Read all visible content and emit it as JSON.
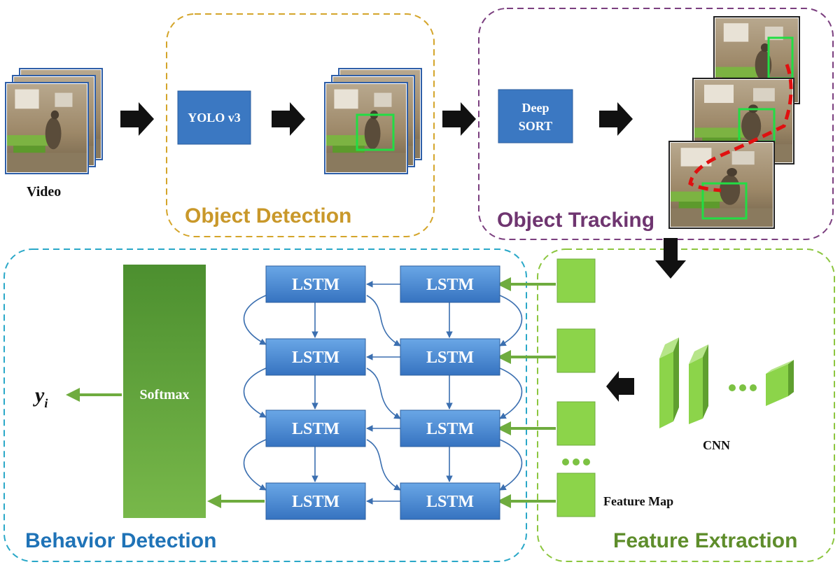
{
  "sections": {
    "object_detection": "Object Detection",
    "object_tracking": "Object Tracking",
    "behavior_detection": "Behavior Detection",
    "feature_extraction": "Feature Extraction"
  },
  "labels": {
    "video": "Video",
    "yolo": "YOLO v3",
    "deep_sort_line1": "Deep",
    "deep_sort_line2": "SORT",
    "softmax": "Softmax",
    "cnn": "CNN",
    "feature_map": "Feature Map",
    "output_var": "y",
    "output_sub": "i"
  },
  "lstm_cells": [
    {
      "label": "LSTM"
    },
    {
      "label": "LSTM"
    },
    {
      "label": "LSTM"
    },
    {
      "label": "LSTM"
    },
    {
      "label": "LSTM"
    },
    {
      "label": "LSTM"
    },
    {
      "label": "LSTM"
    },
    {
      "label": "LSTM"
    }
  ],
  "colors": {
    "detection_border": "#d4a52a",
    "tracking_border": "#7b3f7f",
    "behavior_border": "#2aa8c8",
    "feature_border": "#8cc63f",
    "detection_text": "#c9982a",
    "tracking_text": "#6f3570",
    "behavior_text": "#1f73b7",
    "feature_text": "#5e8d2b",
    "blue_box": "#3b78c2",
    "green_arrow": "#6fac3f",
    "black_arrow": "#111111"
  },
  "icons": {
    "video_frames": "video-frame-stack-icon",
    "detected_frames": "detected-frame-stack-icon",
    "tracked_frames": "tracked-frame-stack-icon",
    "cnn_layers": "cnn-layer-icon"
  }
}
